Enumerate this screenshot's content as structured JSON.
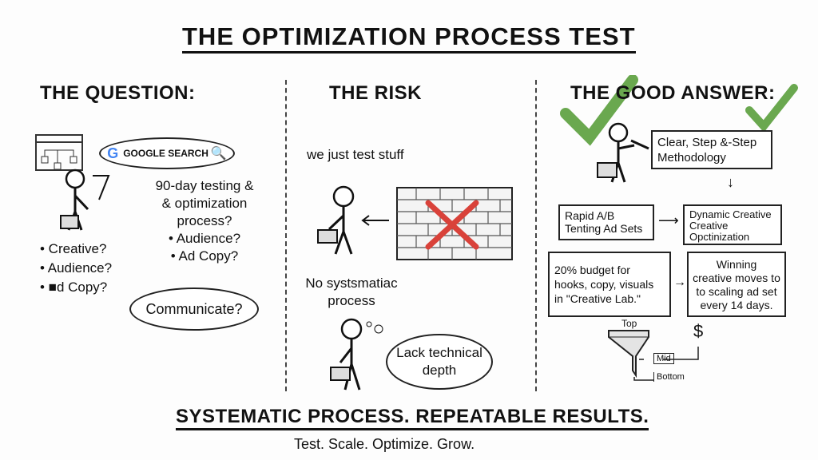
{
  "title": "THE OPTIMIZATION PROCESS TEST",
  "question": {
    "heading": "THE QUESTION:",
    "search_label": "GOOGLE SEARCH",
    "thought": [
      "90-day testing &",
      "& optimization",
      "process?",
      "• Audience?",
      "• Ad Copy?"
    ],
    "bullets": [
      "• Creative?",
      "• Audience?",
      "• ■d Copy?"
    ],
    "bubble": "Communicate?"
  },
  "risk": {
    "heading": "THE RISK",
    "quote": "we just test stuff",
    "caption": [
      "No systsmatiac",
      "process"
    ],
    "bubble": [
      "Lack technical",
      "depth"
    ]
  },
  "answer": {
    "heading": "THE GOOD ANSWER:",
    "box1": [
      "Clear, Step &-Step",
      "Methodology"
    ],
    "box2": [
      "Rapid A/B",
      "Tenting Ad Sets"
    ],
    "box3": [
      "Dynamic Creative",
      "Creative",
      "Opctinization"
    ],
    "box4": [
      "20% budget for",
      "hooks, copy, visuals",
      "in \"Creative Lab.\""
    ],
    "box5": [
      "Winning",
      "creative moves to",
      "to scaling ad set",
      "every 14 days."
    ],
    "funnel": {
      "top": "Top",
      "mid": "Mid",
      "bottom": "Bottom"
    },
    "dollar": "$"
  },
  "footer": {
    "headline": "SYSTEMATIC PROCESS. REPEATABLE RESULTS.",
    "tagline": "Test. Scale. Optimize. Grow."
  },
  "colors": {
    "check": "#6aa84f",
    "cross": "#d9423a",
    "ink": "#111111"
  }
}
